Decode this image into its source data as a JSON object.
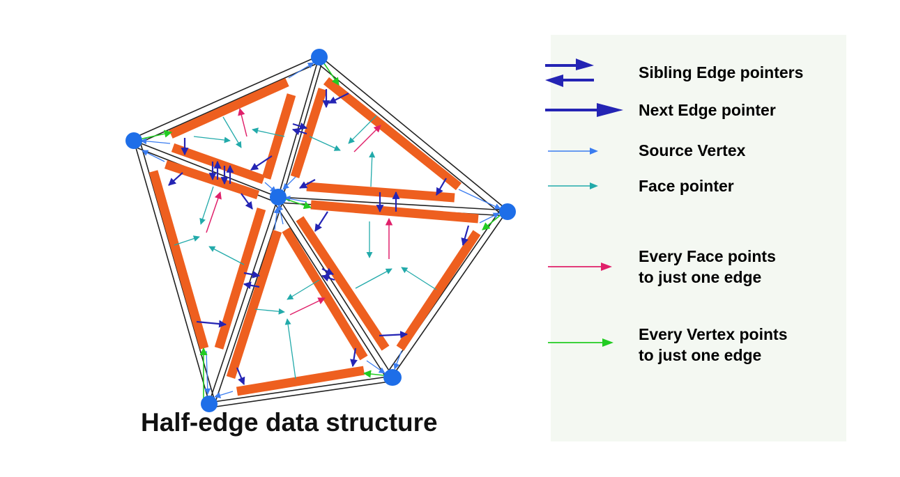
{
  "legend": {
    "items": [
      {
        "label": "Sibling Edge pointers",
        "icon": "sibling-edge-arrows-icon",
        "color": "#2424b4"
      },
      {
        "label": "Next Edge pointer",
        "icon": "next-edge-arrow-icon",
        "color": "#2424b4"
      },
      {
        "label": "Source Vertex",
        "icon": "source-vertex-arrow-icon",
        "color": "#3a7cf0"
      },
      {
        "label": "Face pointer",
        "icon": "face-pointer-arrow-icon",
        "color": "#22aaaa"
      },
      {
        "label_line1": "Every Face points",
        "label_line2": "to just one edge",
        "icon": "face-to-edge-arrow-icon",
        "color": "#e0206a"
      },
      {
        "label_line1": "Every Vertex points",
        "label_line2": "to just one edge",
        "icon": "vertex-to-edge-arrow-icon",
        "color": "#22cc22"
      }
    ]
  },
  "caption": "Half-edge data structure",
  "colors": {
    "half_edge": "#ee5f1f",
    "vertex": "#1e6ee8",
    "mesh_edge": "#222222",
    "legend_bg": "#f4f8f2"
  }
}
